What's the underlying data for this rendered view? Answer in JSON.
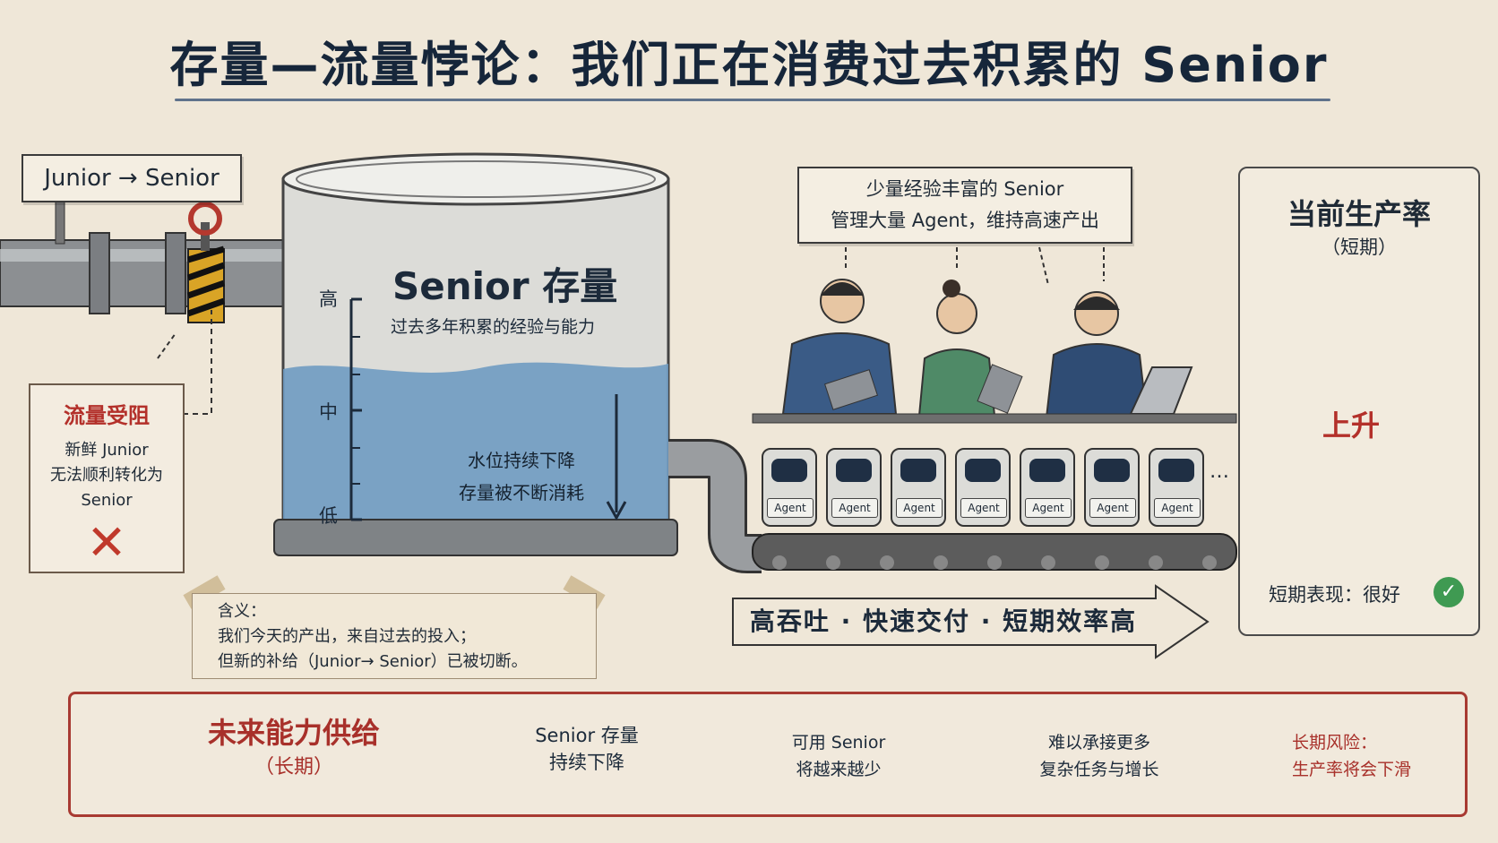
{
  "title": "存量—流量悖论：我们正在消费过去积累的 Senior",
  "pipe_label": "Junior → Senior",
  "blocked_note": {
    "heading": "流量受阻",
    "line1": "新鲜 Junior",
    "line2": "无法顺利转化为",
    "line3": "Senior",
    "mark": "✕"
  },
  "tank": {
    "title": "Senior 存量",
    "subtitle": "过去多年积累的经验与能力",
    "mark_high": "高",
    "mark_mid": "中",
    "mark_low": "低",
    "note_line1": "水位持续下降",
    "note_line2": "存量被不断消耗"
  },
  "callout_top": {
    "line1": "少量经验丰富的 Senior",
    "line2": "管理大量 Agent，维持高速产出"
  },
  "agent_label": "Agent",
  "agent_more": "…",
  "meaning_note": {
    "heading": "含义：",
    "line1": "我们今天的产出，来自过去的投入；",
    "line2": "但新的补给（Junior→ Senior）已被切断。"
  },
  "throughput_banner": "高吞吐 · 快速交付 · 短期效率高",
  "rate_card": {
    "heading": "当前生产率",
    "subheading": "（短期）",
    "trend": "上升",
    "summary": "短期表现：很好",
    "check": "✓",
    "gauge_colors": [
      "#3f9a52",
      "#9dbd4a",
      "#e3b93a",
      "#e07a2e",
      "#c9402e"
    ]
  },
  "bottom_panel": {
    "warning_title": "未来能力供给",
    "warning_sub": "（长期）",
    "step1_line1": "Senior 存量",
    "step1_line2": "持续下降",
    "step2_line1": "可用 Senior",
    "step2_line2": "将越来越少",
    "step3_line1": "难以承接更多",
    "step3_line2": "复杂任务与增长",
    "risk_line1": "长期风险：",
    "risk_line2": "生产率将会下滑"
  },
  "colors": {
    "water": "#6f9bc2",
    "accent_red": "#a8302a",
    "ink": "#1c2a3a"
  }
}
